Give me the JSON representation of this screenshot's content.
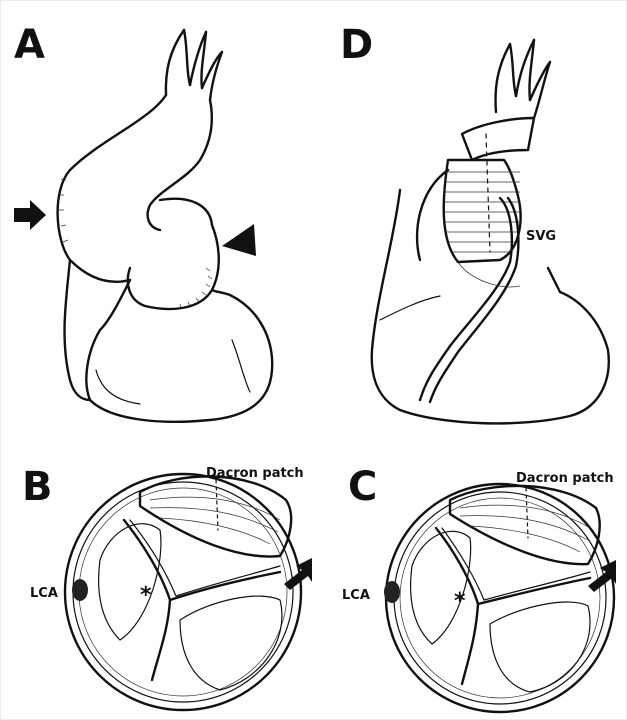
{
  "panels": {
    "a": {
      "letter": "A"
    },
    "d": {
      "letter": "D",
      "graft_label": "SVG"
    },
    "b": {
      "letter": "B",
      "patch_label": "Dacron patch",
      "artery_label": "LCA",
      "asterisk": "*"
    },
    "c": {
      "letter": "C",
      "patch_label": "Dacron patch",
      "artery_label": "LCA",
      "asterisk": "*"
    }
  }
}
